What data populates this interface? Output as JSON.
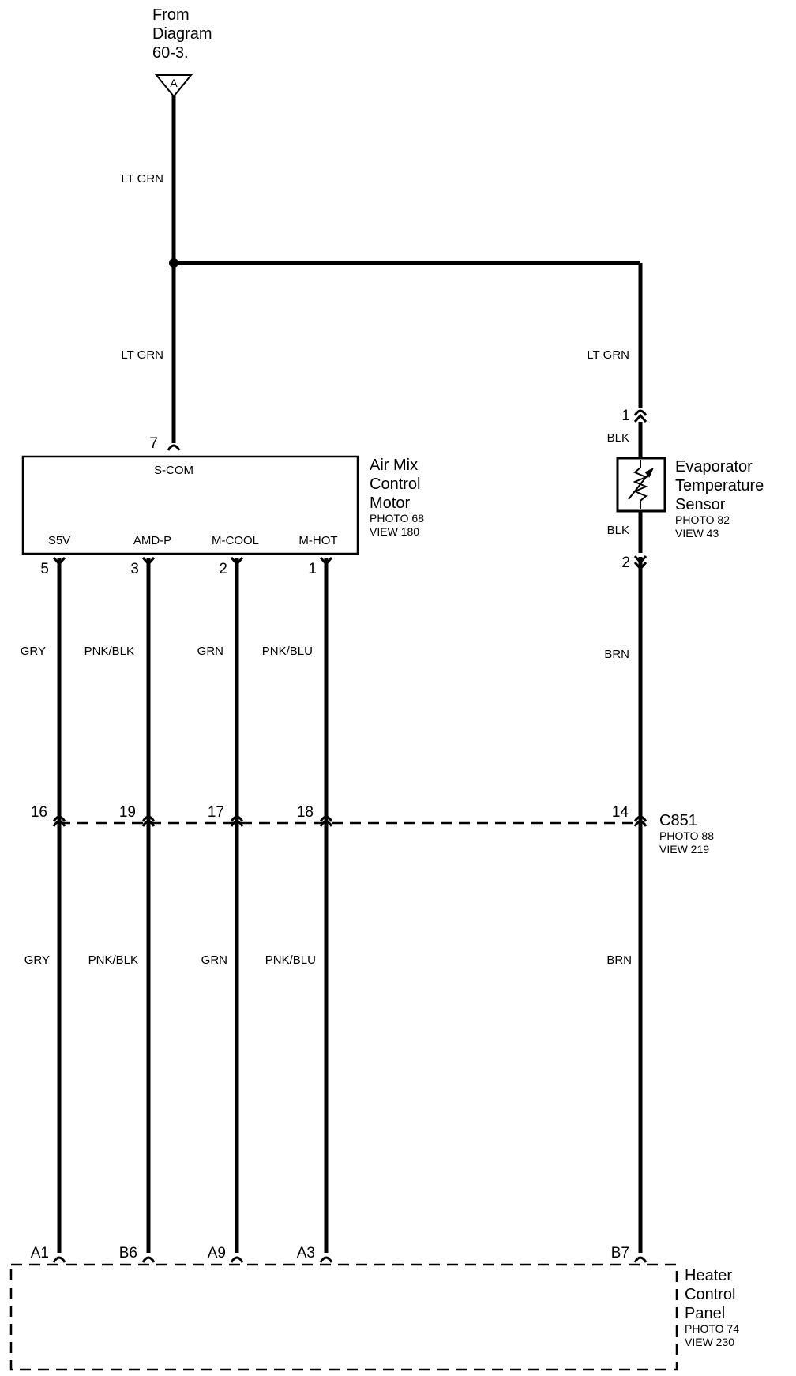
{
  "source_ref": {
    "lines": [
      "From",
      "Diagram",
      "60-3."
    ],
    "marker": "A"
  },
  "wires": {
    "top": "LT GRN",
    "mid_left": "LT GRN",
    "mid_right": "LT GRN",
    "sensor_top": "BLK",
    "sensor_bottom": "BLK",
    "w5_upper": "GRY",
    "w3_upper": "PNK/BLK",
    "w2_upper": "GRN",
    "w1_upper": "PNK/BLU",
    "w_brn_upper": "BRN",
    "w5_lower": "GRY",
    "w3_lower": "PNK/BLK",
    "w2_lower": "GRN",
    "w1_lower": "PNK/BLU",
    "w_brn_lower": "BRN"
  },
  "air_mix": {
    "title": [
      "Air Mix",
      "Control",
      "Motor"
    ],
    "photo": "PHOTO 68",
    "view": "VIEW 180",
    "top_signal": "S-COM",
    "top_pin": "7",
    "signals": [
      "S5V",
      "AMD-P",
      "M-COOL",
      "M-HOT"
    ],
    "pins": [
      "5",
      "3",
      "2",
      "1"
    ]
  },
  "sensor": {
    "title": [
      "Evaporator",
      "Temperature",
      "Sensor"
    ],
    "photo": "PHOTO 82",
    "view": "VIEW 43",
    "pin_top": "1",
    "pin_bottom": "2"
  },
  "connector": {
    "name": "C851",
    "photo": "PHOTO 88",
    "view": "VIEW 219",
    "pins": [
      "16",
      "19",
      "17",
      "18",
      "14"
    ]
  },
  "heater_panel": {
    "title": [
      "Heater",
      "Control",
      "Panel"
    ],
    "photo": "PHOTO 74",
    "view": "VIEW 230",
    "pins": [
      "A1",
      "B6",
      "A9",
      "A3",
      "B7"
    ]
  }
}
